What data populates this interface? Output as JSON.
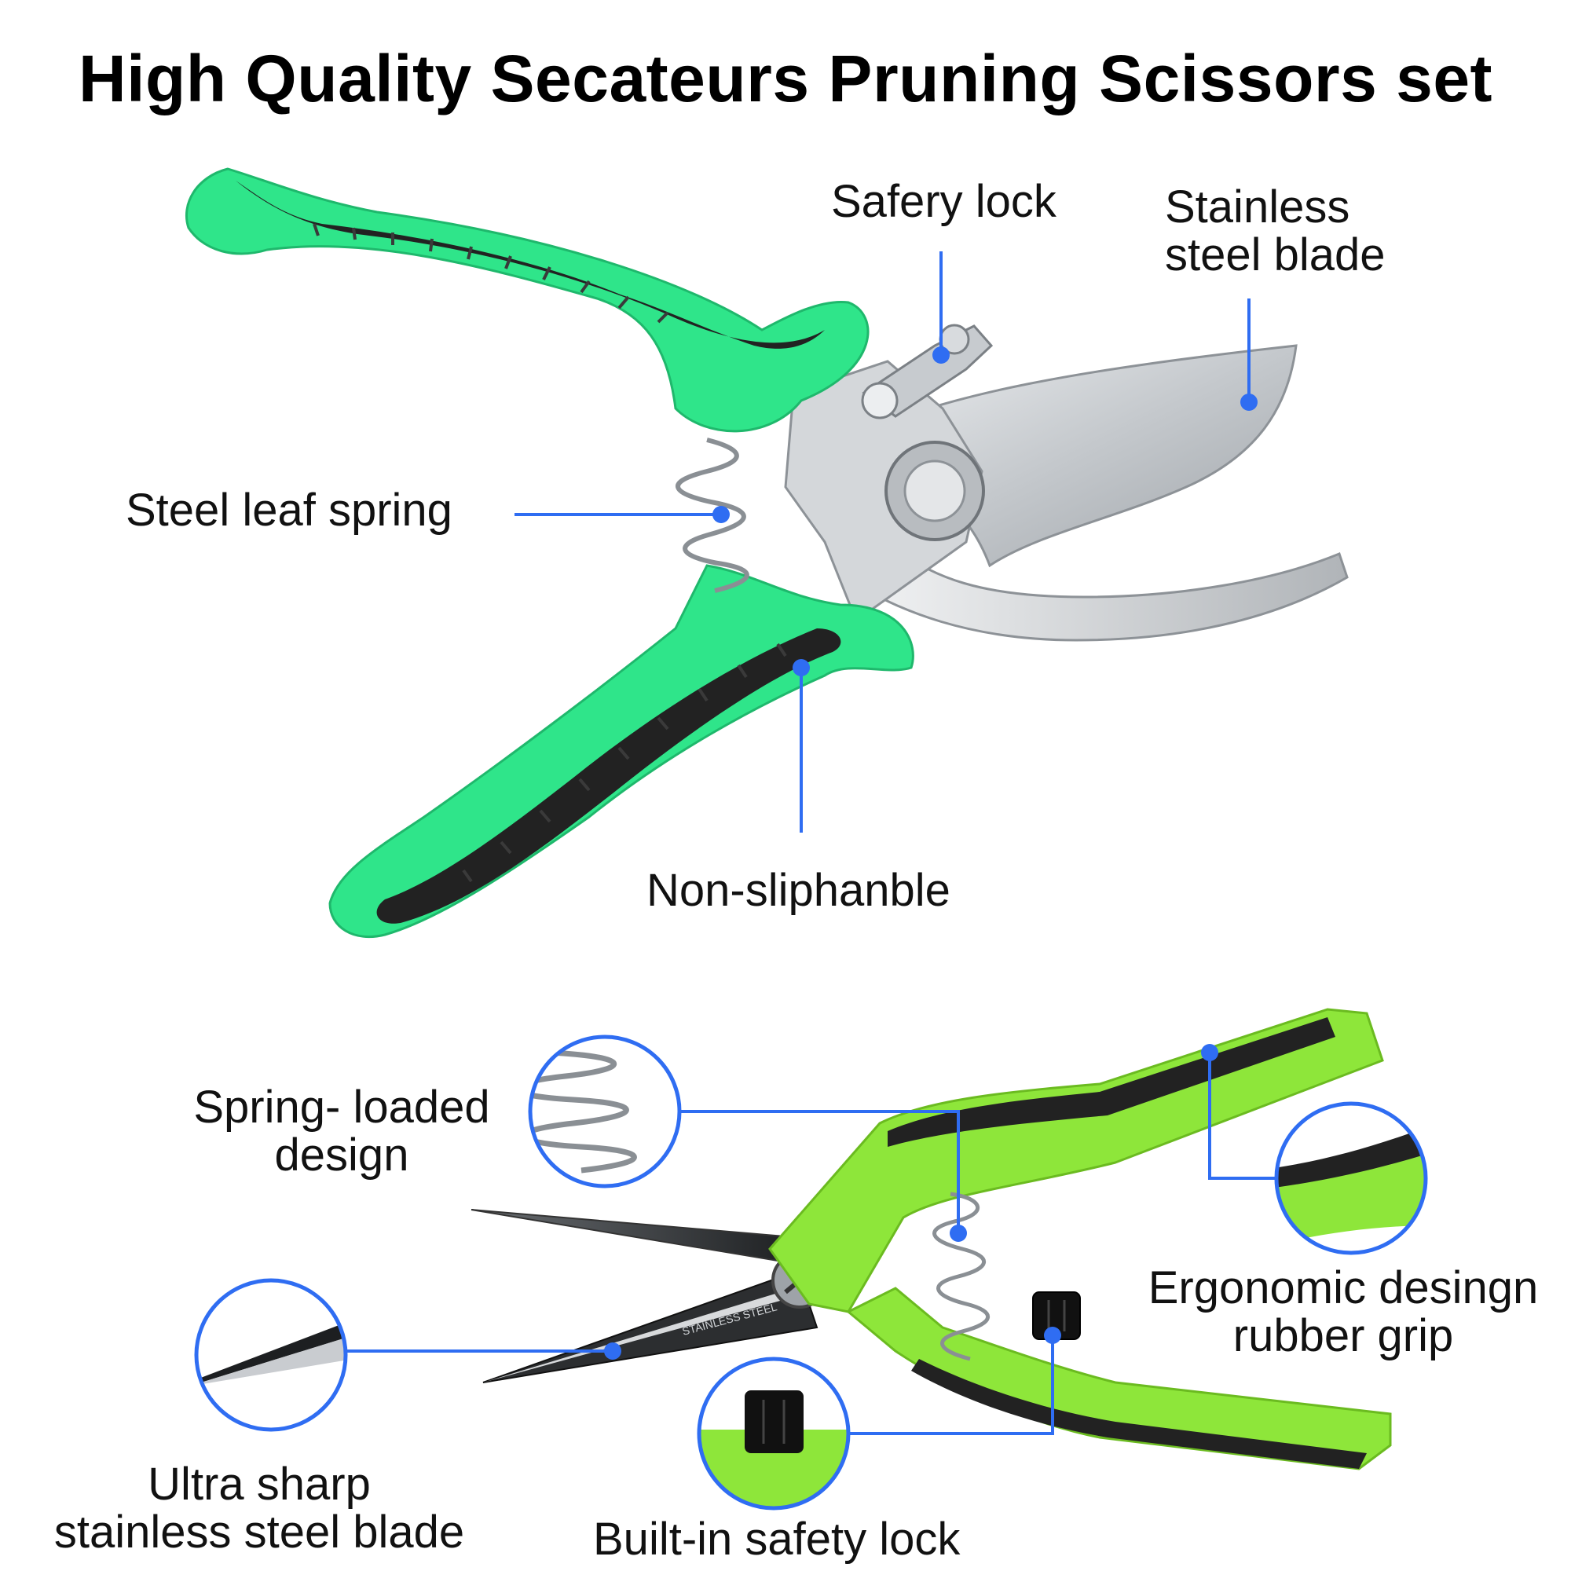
{
  "title": "High Quality Secateurs Pruning Scissors set",
  "colors": {
    "accent_callout": "#2f6df2",
    "handle_top": "#2fe58a",
    "handle_bottom": "#8ee63a",
    "grip": "#222222",
    "blade": "#c9ccd0"
  },
  "callouts": {
    "safety_lock_top": "Safery lock",
    "stainless_blade_top": [
      "Stainless",
      "steel blade"
    ],
    "steel_spring": "Steel leaf spring",
    "non_slip": "Non-sliphanble",
    "spring_loaded": [
      "Spring- loaded",
      "design"
    ],
    "ergonomic_grip": [
      "Ergonomic desingn",
      "rubber grip"
    ],
    "ultra_sharp": [
      "Ultra sharp",
      "stainless steel blade"
    ],
    "builtin_lock": "Built-in safety lock"
  },
  "blade_engraving": "STAINLESS STEEL"
}
